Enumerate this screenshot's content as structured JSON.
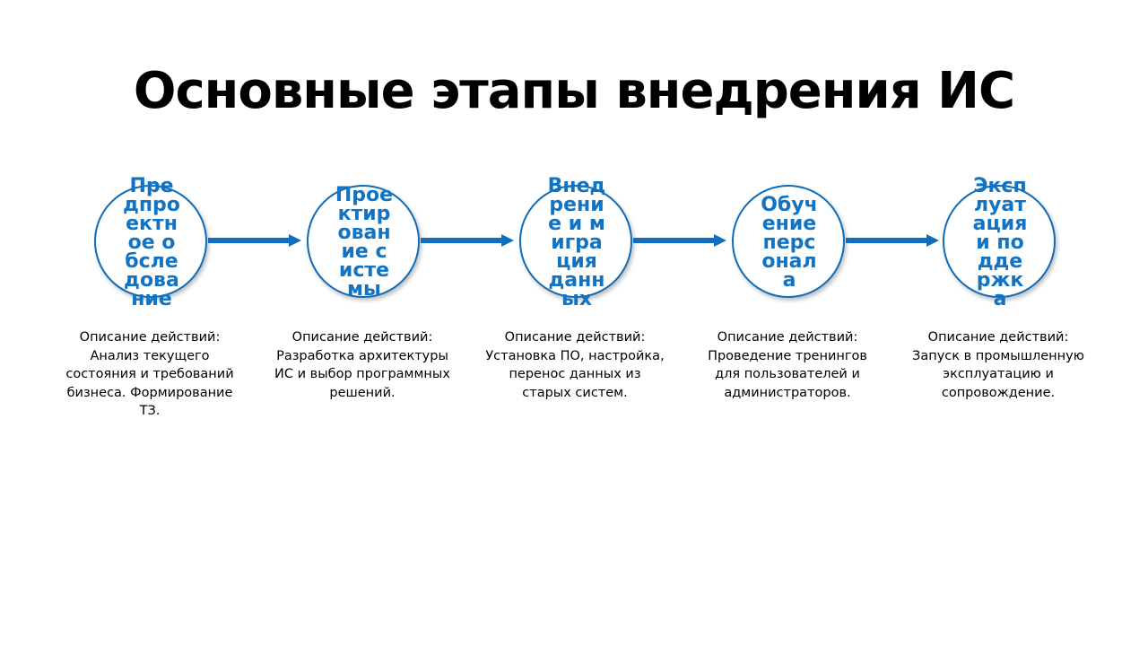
{
  "slide": {
    "title": "Основные этапы внедрения ИС"
  },
  "colors": {
    "accent": "#1273c2",
    "circle_border": "#0e6cb8",
    "arrow": "#0f6fbe",
    "text": "#000000",
    "background": "#ffffff"
  },
  "steps": [
    {
      "label": "Предпроектное обследование",
      "description": "Описание действий: Анализ текущего состояния и требований бизнеса. Формирование ТЗ."
    },
    {
      "label": "Проектирование системы",
      "description": "Описание действий: Разработка архитектуры ИС и выбор программных решений."
    },
    {
      "label": "Внедрение и миграция данных",
      "description": "Описание действий: Установка ПО, настройка, перенос данных из старых систем."
    },
    {
      "label": "Обучение персонала",
      "description": "Описание действий: Проведение тренингов для пользователей и администраторов."
    },
    {
      "label": "Эксплуатация и поддержка",
      "description": "Описание действий: Запуск в промышленную эксплуатацию и сопровождение."
    }
  ],
  "connectors": [
    {
      "icon": "arrow-right-icon"
    },
    {
      "icon": "arrow-right-icon"
    },
    {
      "icon": "arrow-right-icon"
    },
    {
      "icon": "arrow-right-icon"
    }
  ]
}
